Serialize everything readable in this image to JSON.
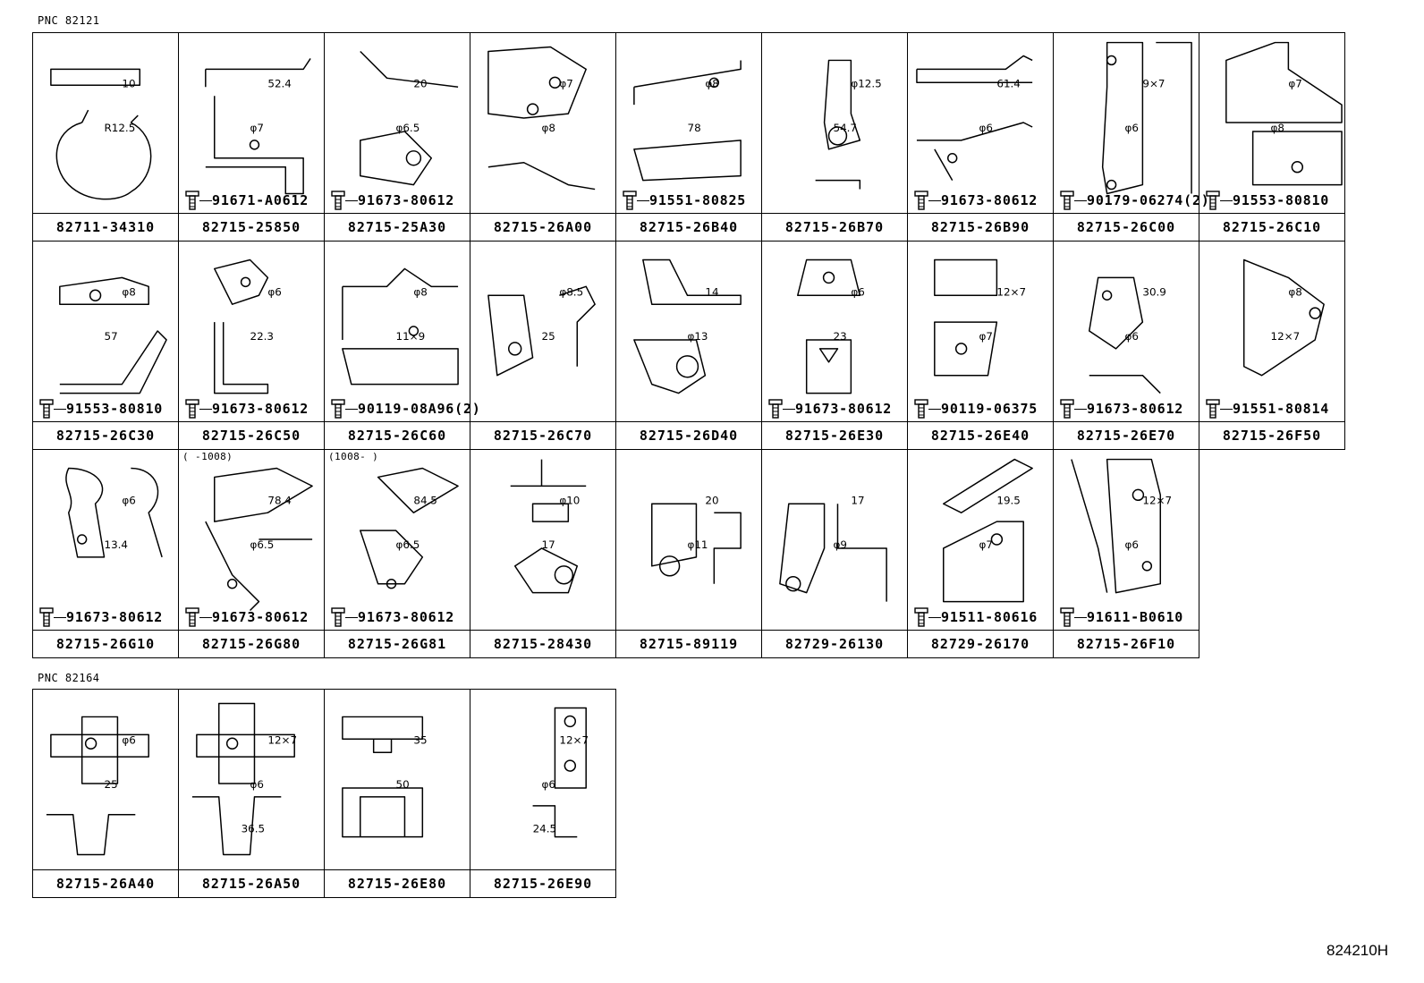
{
  "sections": [
    {
      "label": "PNC 82121",
      "cells": [
        {
          "part": "82711-34310",
          "bolt": "",
          "note": "",
          "dims": [
            "10",
            "R12.5"
          ]
        },
        {
          "part": "82715-25850",
          "bolt": "91671-A0612",
          "note": "",
          "dims": [
            "52.4",
            "φ7"
          ]
        },
        {
          "part": "82715-25A30",
          "bolt": "91673-80612",
          "note": "",
          "dims": [
            "20",
            "φ6.5"
          ]
        },
        {
          "part": "82715-26A00",
          "bolt": "",
          "note": "",
          "dims": [
            "φ7",
            "φ8"
          ]
        },
        {
          "part": "82715-26B40",
          "bolt": "91551-80825",
          "note": "",
          "dims": [
            "φ8",
            "78"
          ]
        },
        {
          "part": "82715-26B70",
          "bolt": "",
          "note": "",
          "dims": [
            "φ12.5",
            "54.7"
          ]
        },
        {
          "part": "82715-26B90",
          "bolt": "91673-80612",
          "note": "",
          "dims": [
            "61.4",
            "φ6"
          ]
        },
        {
          "part": "82715-26C00",
          "bolt": "90179-06274(2)",
          "note": "",
          "dims": [
            "9×7",
            "φ6"
          ]
        },
        {
          "part": "82715-26C10",
          "bolt": "91553-80810",
          "note": "",
          "dims": [
            "φ7",
            "φ8"
          ]
        },
        {
          "part": "82715-26C30",
          "bolt": "91553-80810",
          "note": "",
          "dims": [
            "φ8",
            "57"
          ]
        },
        {
          "part": "82715-26C50",
          "bolt": "91673-80612",
          "note": "",
          "dims": [
            "φ6",
            "22.3"
          ]
        },
        {
          "part": "82715-26C60",
          "bolt": "90119-08A96(2)",
          "note": "",
          "dims": [
            "φ8",
            "11×9"
          ]
        },
        {
          "part": "82715-26C70",
          "bolt": "",
          "note": "",
          "dims": [
            "φ8.5",
            "25"
          ]
        },
        {
          "part": "82715-26D40",
          "bolt": "",
          "note": "",
          "dims": [
            "14",
            "φ13"
          ]
        },
        {
          "part": "82715-26E30",
          "bolt": "91673-80612",
          "note": "",
          "dims": [
            "φ6",
            "23"
          ]
        },
        {
          "part": "82715-26E40",
          "bolt": "90119-06375",
          "note": "",
          "dims": [
            "12×7",
            "φ7"
          ]
        },
        {
          "part": "82715-26E70",
          "bolt": "91673-80612",
          "note": "",
          "dims": [
            "30.9",
            "φ6"
          ]
        },
        {
          "part": "82715-26F50",
          "bolt": "91551-80814",
          "note": "",
          "dims": [
            "φ8",
            "12×7"
          ]
        },
        {
          "part": "82715-26G10",
          "bolt": "91673-80612",
          "note": "",
          "dims": [
            "φ6",
            "13.4"
          ]
        },
        {
          "part": "82715-26G80",
          "bolt": "91673-80612",
          "note": "(    -1008)",
          "dims": [
            "78.4",
            "φ6.5"
          ]
        },
        {
          "part": "82715-26G81",
          "bolt": "91673-80612",
          "note": "(1008-    )",
          "dims": [
            "84.5",
            "φ6.5"
          ]
        },
        {
          "part": "82715-28430",
          "bolt": "",
          "note": "",
          "dims": [
            "φ10",
            "17"
          ]
        },
        {
          "part": "82715-89119",
          "bolt": "",
          "note": "",
          "dims": [
            "20",
            "φ11"
          ]
        },
        {
          "part": "82729-26130",
          "bolt": "",
          "note": "",
          "dims": [
            "17",
            "φ9"
          ]
        },
        {
          "part": "82729-26170",
          "bolt": "91511-80616",
          "note": "",
          "dims": [
            "19.5",
            "φ7"
          ]
        },
        {
          "part": "82715-26F10",
          "bolt": "91611-B0610",
          "note": "",
          "dims": [
            "12×7",
            "φ6"
          ]
        }
      ]
    },
    {
      "label": "PNC 82164",
      "cells": [
        {
          "part": "82715-26A40",
          "bolt": "",
          "note": "",
          "dims": [
            "φ6",
            "25"
          ]
        },
        {
          "part": "82715-26A50",
          "bolt": "",
          "note": "",
          "dims": [
            "12×7",
            "φ6",
            "36.5"
          ]
        },
        {
          "part": "82715-26E80",
          "bolt": "",
          "note": "",
          "dims": [
            "35",
            "50"
          ]
        },
        {
          "part": "82715-26E90",
          "bolt": "",
          "note": "",
          "dims": [
            "12×7",
            "φ6",
            "24.5"
          ]
        }
      ]
    }
  ],
  "drawing_ref": "824210H"
}
